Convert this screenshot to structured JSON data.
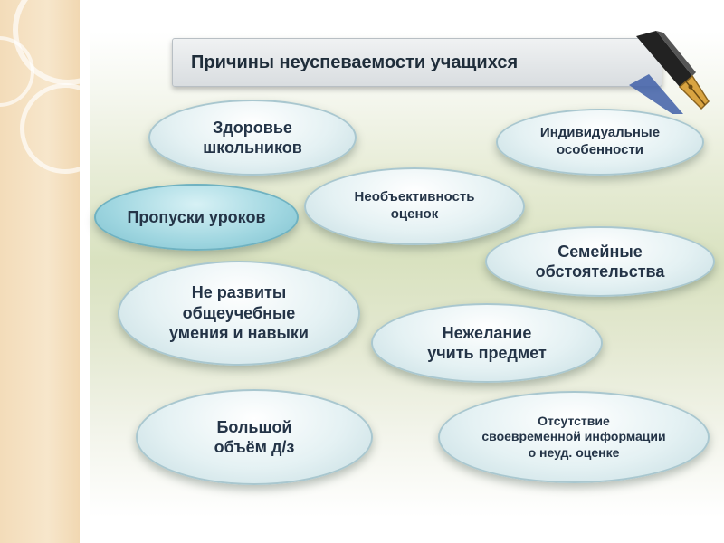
{
  "title": "Причины неуспеваемости учащихся",
  "icons": {
    "decoration": "fountain-pen-icon"
  },
  "colors": {
    "oval_fill": "#e4f1f3",
    "oval_teal": "#9fd6e0",
    "title_text": "#1f2d3a",
    "left_strip": "#f3dcb9"
  },
  "reasons": [
    {
      "id": "health",
      "label": "Здоровье\nшкольников"
    },
    {
      "id": "individual",
      "label": "Индивидуальные\nособенности"
    },
    {
      "id": "bias",
      "label": "Необъективность\nоценок"
    },
    {
      "id": "absences",
      "label": "Пропуски уроков"
    },
    {
      "id": "family",
      "label": "Семейные\nобстоятельства"
    },
    {
      "id": "skills",
      "label": "Не развиты\nобщеучебные\nумения и навыки"
    },
    {
      "id": "unwillingness",
      "label": "Нежелание\nучить предмет"
    },
    {
      "id": "homework",
      "label": "Большой\nобъём д/з"
    },
    {
      "id": "information",
      "label": "Отсутствие\nсвоевременной информации\nо  неуд. оценке"
    }
  ]
}
